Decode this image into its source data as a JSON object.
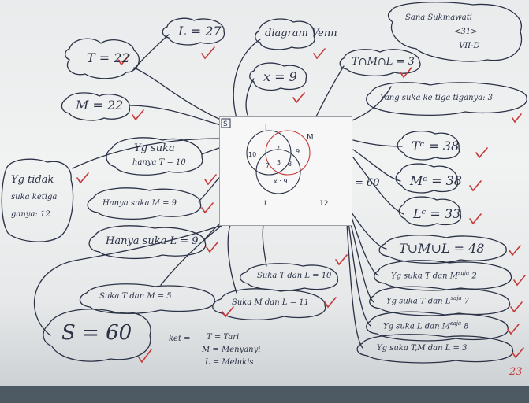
{
  "author": {
    "name": "Sana Sukmawati",
    "number": "<31>",
    "class": "VII-D"
  },
  "title_bubble": "diagram Venn",
  "facts": {
    "T": "T = 22",
    "L": "L = 27",
    "M": "M = 22",
    "x": "x = 9",
    "intersection": "T∩M∩L = 3",
    "all_three_note": "Yang suka ke tiga tiganya: 3",
    "t_complement": "Tᶜ = 38",
    "m_complement": "Mᶜ = 38",
    "l_complement": "Lᶜ = 33",
    "union": "T∪M∪L = 48",
    "t_and_m_only": "Yg suka T dan M",
    "t_and_m_sup": "saja",
    "t_and_m_value": "2",
    "t_and_l_only": "Yg suka T dan L",
    "t_and_l_sup": "saja",
    "t_and_l_value": "7",
    "l_and_m_only": "Yg suka L dan M",
    "l_and_m_sup": "saja",
    "l_and_m_value": "8",
    "all_three": "Yg suka T,M dan L = 3",
    "neither_line1": "Yg tidak",
    "neither_line2": "suka ketiga",
    "neither_line3": "ganya: 12",
    "only_T_line1": "Yg suka",
    "only_T_line2": "hanya T = 10",
    "only_M": "Hanya suka M = 9",
    "only_L": "Hanya suka L = 9",
    "t_and_l": "Suka T dan L = 10",
    "m_and_l": "Suka M dan L = 11",
    "t_and_m": "Suka T dan M = 5",
    "s_total": "S = 60"
  },
  "venn": {
    "set_labels": {
      "S": "S",
      "T": "T",
      "M": "M",
      "L": "L"
    },
    "regions": {
      "only_T": "10",
      "TM": "2",
      "only_M": "9",
      "TL": "7",
      "center": "3",
      "ML": "8",
      "only_L": "x : 9",
      "outside": "12"
    },
    "total_note": "= 60"
  },
  "legend": {
    "prefix": "ket =",
    "t": "T = Tari",
    "m": "M = Menyanyi",
    "l": "L = Melukis"
  },
  "page_number": "23",
  "ink_color": "#2b3246",
  "check_color": "#c63a3a"
}
